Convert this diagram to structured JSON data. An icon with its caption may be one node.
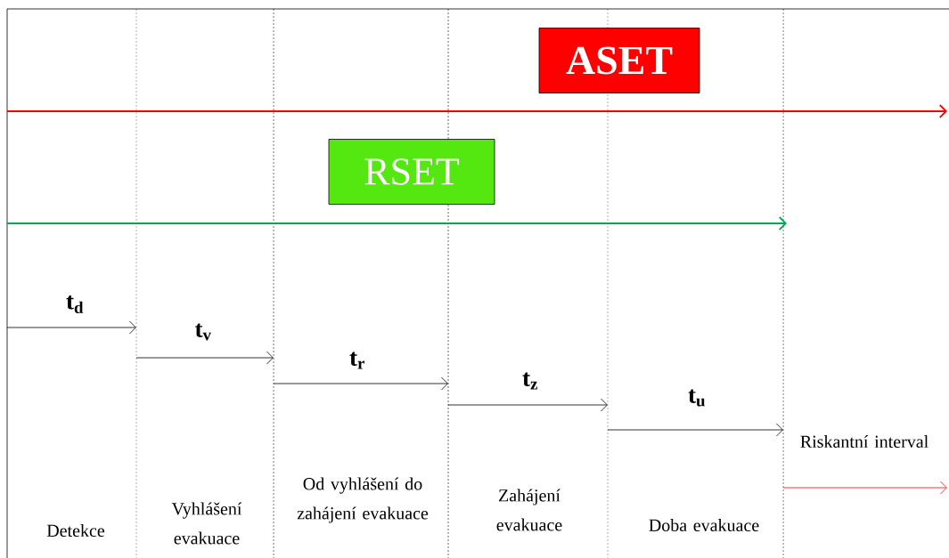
{
  "diagram": {
    "nodes": [
      {
        "text": [
          "ASET"
        ]
      },
      {
        "text": [
          "RSET"
        ]
      }
    ],
    "labels": [
      "t$_{d}$",
      "t$_{v}$",
      "t$_{r}$",
      "t$_{z}$",
      "t$_{u}$",
      "Riskantní interval",
      "Od vyhlášení do zahájení evakuace",
      "Zahájení evakuace",
      "Vyhlášení evakuace",
      "Doba evakuace",
      "Detekce"
    ]
  }
}
